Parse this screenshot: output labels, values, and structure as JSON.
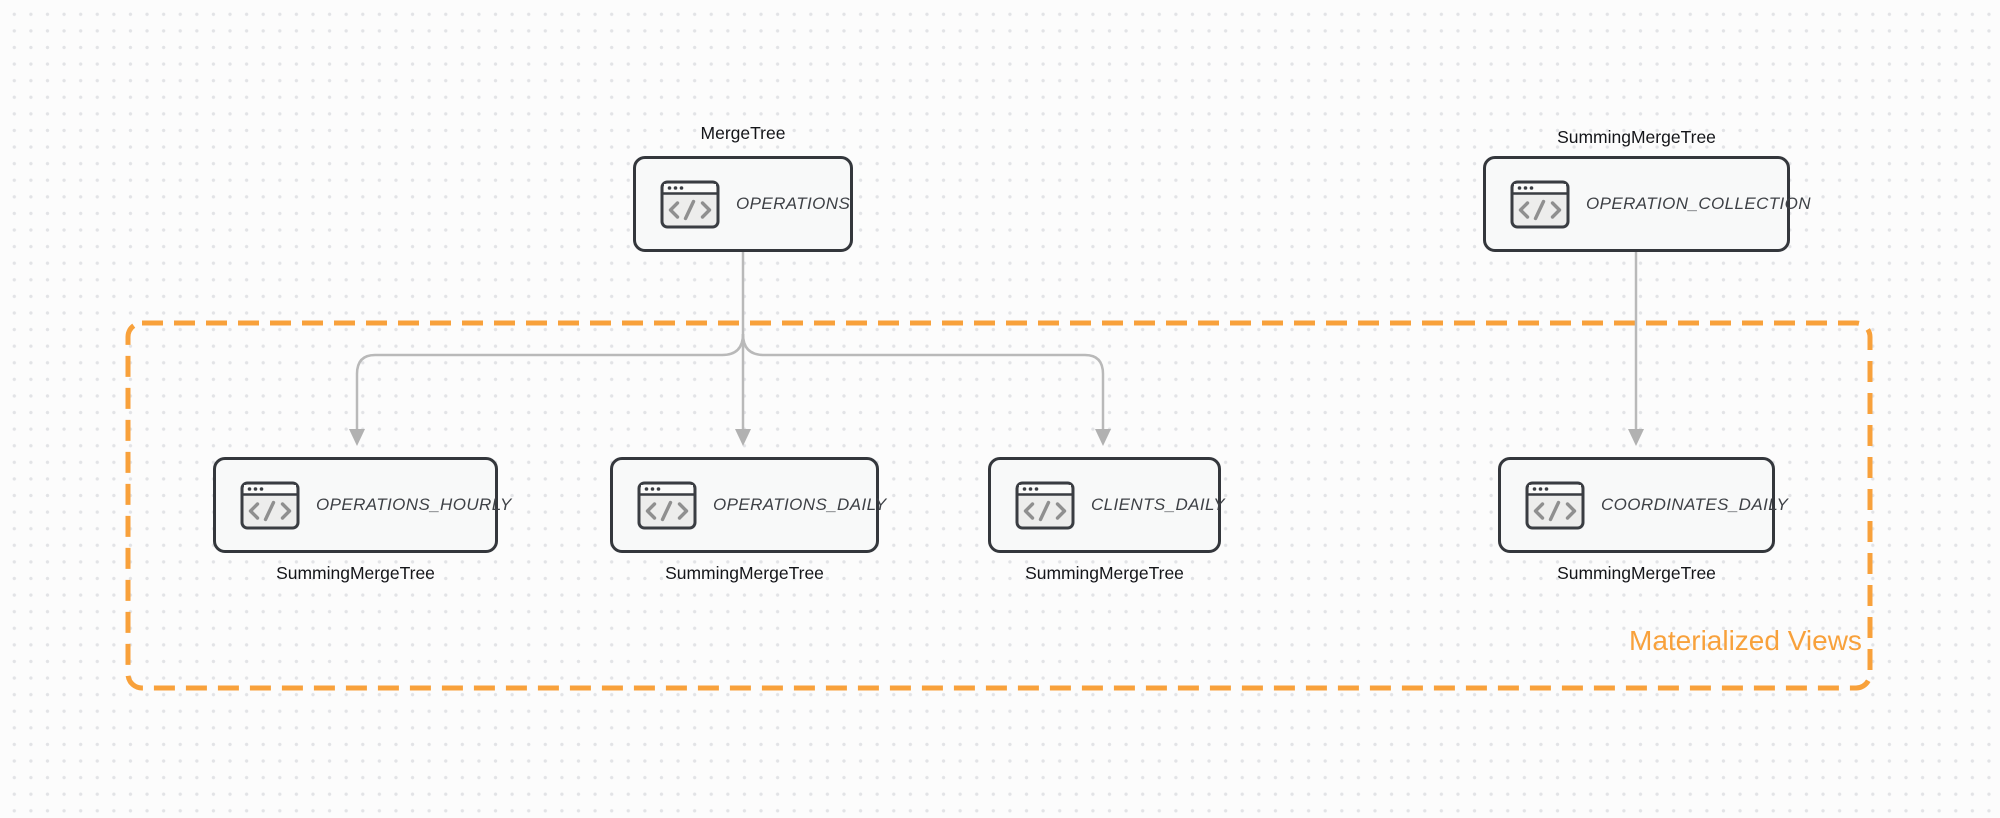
{
  "diagram": {
    "boundary_label": "Materialized Views",
    "colors": {
      "accent_orange": "#F8A13B",
      "edge_gray": "#B9B9B9",
      "node_border": "#34373C",
      "node_fill": "#F8F9F9",
      "node_title_text": "#3E4146",
      "engine_label_text": "#141519",
      "icon_glyph_gray": "#8F8F8F",
      "background": "#FCFCFC",
      "grid_dot": "#E2E3E6"
    },
    "nodes": [
      {
        "table": "OPERATIONS",
        "engine": "MergeTree",
        "engine_position": "above"
      },
      {
        "table": "OPERATION_COLLECTION",
        "engine": "SummingMergeTree",
        "engine_position": "above"
      },
      {
        "table": "OPERATIONS_HOURLY",
        "engine": "SummingMergeTree",
        "engine_position": "below"
      },
      {
        "table": "OPERATIONS_DAILY",
        "engine": "SummingMergeTree",
        "engine_position": "below"
      },
      {
        "table": "CLIENTS_DAILY",
        "engine": "SummingMergeTree",
        "engine_position": "below"
      },
      {
        "table": "COORDINATES_DAILY",
        "engine": "SummingMergeTree",
        "engine_position": "below"
      }
    ],
    "edges": [
      {
        "from": "OPERATIONS",
        "to": "OPERATIONS_HOURLY"
      },
      {
        "from": "OPERATIONS",
        "to": "OPERATIONS_DAILY"
      },
      {
        "from": "OPERATIONS",
        "to": "CLIENTS_DAILY"
      },
      {
        "from": "OPERATION_COLLECTION",
        "to": "COORDINATES_DAILY"
      }
    ]
  }
}
